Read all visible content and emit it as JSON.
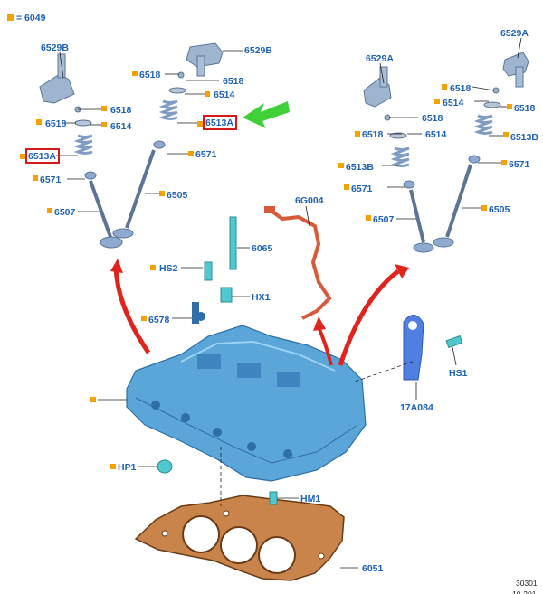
{
  "legend": {
    "text": "= 6049",
    "color": "#f5a200"
  },
  "labels": {
    "l_6529B_left": "6529B",
    "l_6529B_mid": "6529B",
    "l_6529A_right": "6529A",
    "l_6529A_far": "6529A",
    "l_6518_a": "6518",
    "l_6518_b": "6518",
    "l_6518_c": "6518",
    "l_6518_d": "6518",
    "l_6518_e": "6518",
    "l_6518_f": "6518",
    "l_6518_g": "6518",
    "l_6518_h": "6518",
    "l_6514_a": "6514",
    "l_6514_b": "6514",
    "l_6514_c": "6514",
    "l_6514_d": "6514",
    "l_6513A_a": "6513A",
    "l_6513A_b": "6513A",
    "l_6513B_a": "6513B",
    "l_6513B_b": "6513B",
    "l_6571_a": "6571",
    "l_6571_b": "6571",
    "l_6571_c": "6571",
    "l_6571_d": "6571",
    "l_6507_a": "6507",
    "l_6507_b": "6507",
    "l_6505_a": "6505",
    "l_6505_b": "6505",
    "l_6G004": "6G004",
    "l_6065": "6065",
    "l_HS2": "HS2",
    "l_HX1": "HX1",
    "l_6578": "6578",
    "l_HS1": "HS1",
    "l_17A084": "17A084",
    "l_HP1": "HP1",
    "l_HM1": "HM1",
    "l_6051": "6051"
  },
  "corner_text": {
    "line1": "30301",
    "line2": "10-201"
  },
  "colors": {
    "part_blue": "#5aa6d8",
    "part_dark": "#2f6ea8",
    "spring": "#8ba8cc",
    "gasket": "#c8844a",
    "sensor": "#d85a3a",
    "arrow_red": "#e0231c",
    "arrow_green": "#3fd03a",
    "highlight": "#d21a1a",
    "cyan": "#4fc9cf"
  }
}
